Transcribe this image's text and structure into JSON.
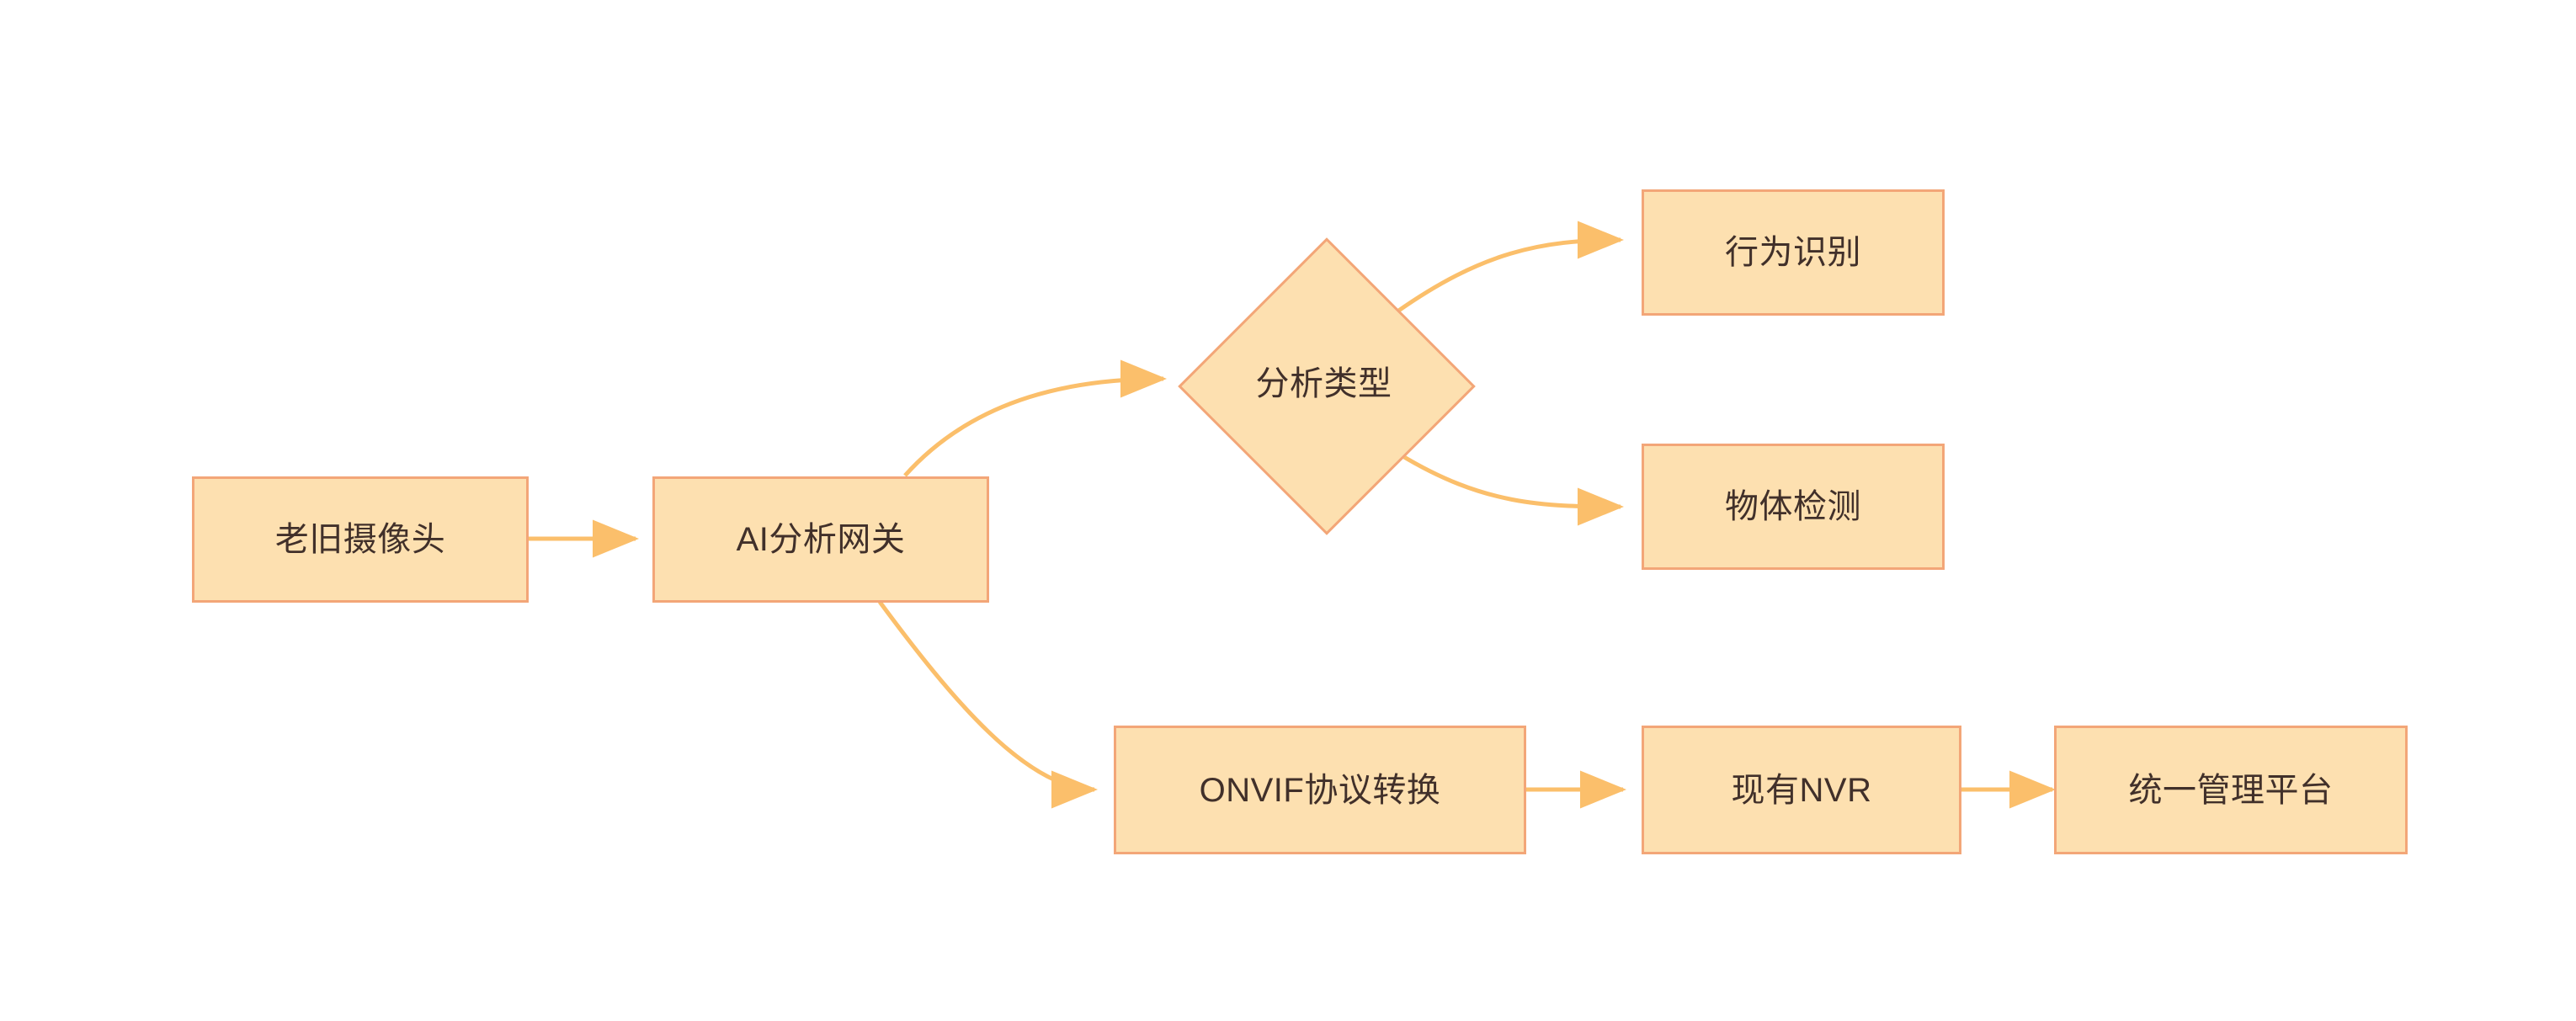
{
  "diagram": {
    "type": "flowchart",
    "direction": "left-to-right",
    "background_color": "#ffffff",
    "node_fill_color": "#fde0b0",
    "node_border_color": "#f3a678",
    "node_text_color": "#41302a",
    "edge_color": "#fbbf6b"
  },
  "nodes": {
    "legacy_camera": {
      "label": "老旧摄像头",
      "shape": "rectangle"
    },
    "ai_gateway": {
      "label": "AI分析网关",
      "shape": "rectangle"
    },
    "analysis_type": {
      "label": "分析类型",
      "shape": "diamond"
    },
    "behavior_recognition": {
      "label": "行为识别",
      "shape": "rectangle"
    },
    "object_detection": {
      "label": "物体检测",
      "shape": "rectangle"
    },
    "onvif_conversion": {
      "label": "ONVIF协议转换",
      "shape": "rectangle"
    },
    "existing_nvr": {
      "label": "现有NVR",
      "shape": "rectangle"
    },
    "unified_platform": {
      "label": "统一管理平台",
      "shape": "rectangle"
    }
  },
  "edges": [
    {
      "from": "legacy_camera",
      "to": "ai_gateway",
      "label": "",
      "style": "straight-arrow"
    },
    {
      "from": "ai_gateway",
      "to": "analysis_type",
      "label": "",
      "style": "curved-arrow"
    },
    {
      "from": "analysis_type",
      "to": "behavior_recognition",
      "label": "",
      "style": "curved-arrow"
    },
    {
      "from": "analysis_type",
      "to": "object_detection",
      "label": "",
      "style": "curved-arrow"
    },
    {
      "from": "ai_gateway",
      "to": "onvif_conversion",
      "label": "",
      "style": "curved-arrow"
    },
    {
      "from": "onvif_conversion",
      "to": "existing_nvr",
      "label": "",
      "style": "straight-arrow"
    },
    {
      "from": "existing_nvr",
      "to": "unified_platform",
      "label": "",
      "style": "straight-arrow"
    }
  ]
}
